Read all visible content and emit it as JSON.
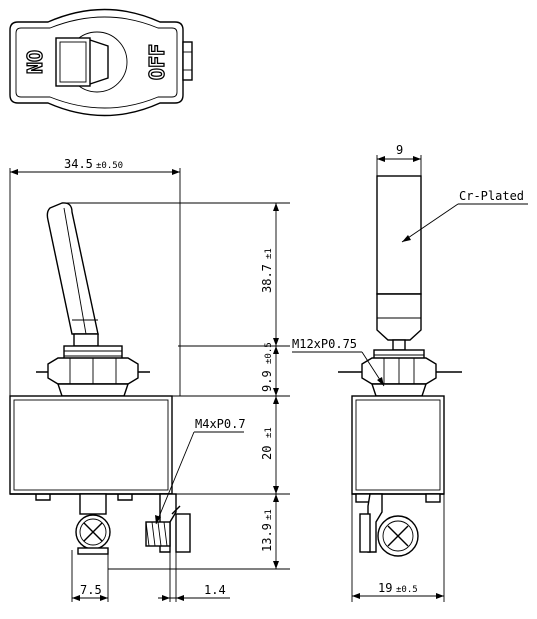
{
  "top_view": {
    "label_on": "ON",
    "label_off": "OFF"
  },
  "dimensions": {
    "width_main": "34.5",
    "width_main_tol": "±0.50",
    "lever_height": "38.7",
    "lever_height_tol": "±1",
    "bushing_height": "9.9",
    "bushing_height_tol": "±0.5",
    "body_height": "20",
    "body_height_tol": "±1",
    "terminal_height": "13.9",
    "terminal_height_tol": "±1",
    "terminal_offset": "7.5",
    "terminal_thickness": "1.4",
    "lever_width": "9",
    "side_width": "19",
    "side_width_tol": "±0.5"
  },
  "callouts": {
    "screw_thread": "M4xP0.7",
    "bushing_thread": "M12xP0.75",
    "finish": "Cr-Plated"
  }
}
